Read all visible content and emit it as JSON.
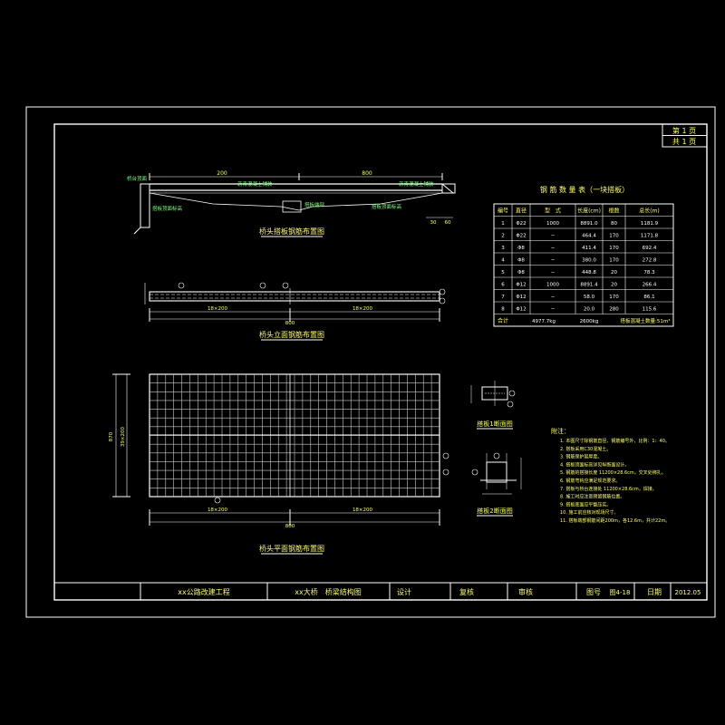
{
  "sheet": {
    "page_label": "第 1 页",
    "total_label": "共 1 页"
  },
  "title_block": {
    "company": "xx公路改建工程",
    "drawing_name": "xx大桥　桥梁结构图",
    "design_label": "设计",
    "review_label": "复核",
    "approve_label": "审核",
    "drawing_no_label": "图号",
    "drawing_no": "图4-18",
    "date_label": "日期",
    "date": "2012.05"
  },
  "views": {
    "top_title": "桥头搭板钢筋布置图",
    "mid_title": "桥头立面钢筋布置图",
    "plan_title": "桥头平面钢筋布置图",
    "section1_title": "搭板1断面图",
    "section2_title": "搭板2断面图"
  },
  "top_view": {
    "dim_left": "200",
    "dim_right": "800",
    "label_left_1": "桥台顶面",
    "label_left_2": "搭板顶面标高",
    "label_mid_1": "沥青混凝土铺装",
    "label_mid_2": "搭板端部",
    "label_right_1": "沥青混凝土铺装",
    "label_right_2": "搭板顶面标高",
    "dim_bottom_1": "30",
    "dim_bottom_2": "60"
  },
  "mid_view": {
    "dim_seg_1": "18×200",
    "dim_seg_2": "18×200",
    "dim_total": "800",
    "markers": [
      "①",
      "②",
      "③",
      "④",
      "⑤"
    ]
  },
  "plan_view": {
    "dim_seg_1": "18×200",
    "dim_seg_2": "18×200",
    "dim_total": "800",
    "dim_side": "870",
    "dim_side_inner": "39×200",
    "markers": [
      "①",
      "②",
      "③"
    ]
  },
  "rebar_table": {
    "title": "钢 筋 数 量 表（一块搭板）",
    "headers": [
      "编号",
      "直径",
      "型　式",
      "长度(cm)",
      "根数",
      "总长(m)"
    ],
    "rows": [
      [
        "1",
        "Φ22",
        "1000",
        "8891.0",
        "80",
        "1181.9"
      ],
      [
        "2",
        "Φ22",
        "─",
        "464.4",
        "170",
        "1171.8"
      ],
      [
        "3",
        "Φ8",
        "─",
        "411.4",
        "170",
        "692.4"
      ],
      [
        "4",
        "Φ8",
        "─",
        "380.0",
        "170",
        "272.8"
      ],
      [
        "5",
        "Φ8",
        "─",
        "448.8",
        "20",
        "78.3"
      ],
      [
        "6",
        "Φ12",
        "1000",
        "8891.4",
        "20",
        "266.4"
      ],
      [
        "7",
        "Φ12",
        "─",
        "58.0",
        "170",
        "86.1"
      ],
      [
        "8",
        "Φ12",
        "─",
        "20.0",
        "280",
        "115.6"
      ]
    ],
    "total_label": "合计",
    "total_weight": "4977.7kg",
    "total_extra": "2600kg",
    "concrete": "搭板混凝土数量:51m³"
  },
  "notes": {
    "heading": "附注：",
    "lines": [
      "1. 本图尺寸除钢筋直径、钢筋编号外，比例：1：40。",
      "2. 搭板采用C30混凝土。",
      "3. 钢筋保护层厚度。",
      "4. 搭板顶面标高详见纵断面设计。",
      "5. 钢筋的搭接长度 11200×28.6cm，交叉处绑扎。",
      "6. 钢筋弯钩应满足规范要求。",
      "7. 搭板与桥台连接处 11200×28.6cm，焊接。",
      "8. 施工时应注意预留钢筋位置。",
      "9. 搭板底面应平整压实。",
      "10. 施工前应核对现场尺寸。",
      "11. 搭板端部钢筋间距200m，各12.6m，共计22m。"
    ]
  },
  "colors": {
    "background": "#000000",
    "line": "#ffffff",
    "accent_text": "#ffff66",
    "annot_text": "#7fff7f"
  }
}
